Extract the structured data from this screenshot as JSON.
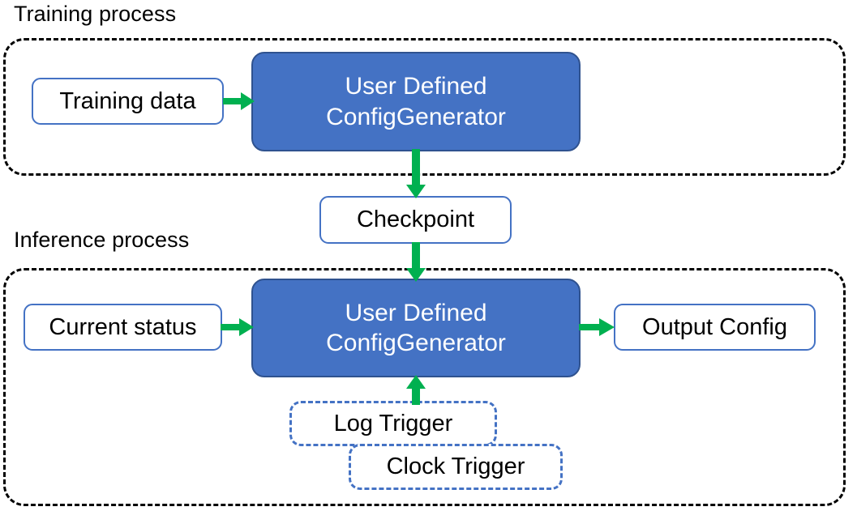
{
  "diagram": {
    "title_training": "Training process",
    "title_inference": "Inference process",
    "colors": {
      "arrow_green": "#00B050",
      "box_blue_fill": "#4472C4",
      "box_blue_stroke": "#2F528F",
      "outline_blue": "#4472C4",
      "container_dash": "#000000",
      "text_dark": "#000000",
      "text_light": "#FFFFFF"
    }
  },
  "training": {
    "caption": "Training process",
    "nodes": {
      "training_data": "Training data",
      "generator_line1": "User Defined",
      "generator_line2": "ConfigGenerator"
    }
  },
  "bridge": {
    "checkpoint": "Checkpoint"
  },
  "inference": {
    "caption": "Inference process",
    "nodes": {
      "current_status": "Current status",
      "generator_line1": "User Defined",
      "generator_line2": "ConfigGenerator",
      "output_config": "Output Config",
      "log_trigger": "Log Trigger",
      "clock_trigger": "Clock Trigger"
    }
  },
  "arrows": [
    {
      "name": "training-data-to-generator",
      "direction": "right"
    },
    {
      "name": "generator-to-checkpoint",
      "direction": "down"
    },
    {
      "name": "checkpoint-to-generator",
      "direction": "down"
    },
    {
      "name": "current-status-to-generator",
      "direction": "right"
    },
    {
      "name": "generator-to-output-config",
      "direction": "right"
    },
    {
      "name": "triggers-to-generator",
      "direction": "up"
    }
  ]
}
